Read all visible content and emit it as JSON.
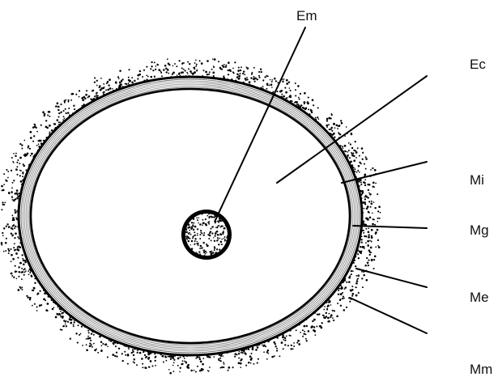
{
  "labels": {
    "em": "Em",
    "ec": "Ec",
    "mi": "Mi",
    "mg": "Mg",
    "me": "Me",
    "mm": "Mm"
  },
  "colors": {
    "ink": "#000000",
    "background": "#ffffff"
  }
}
